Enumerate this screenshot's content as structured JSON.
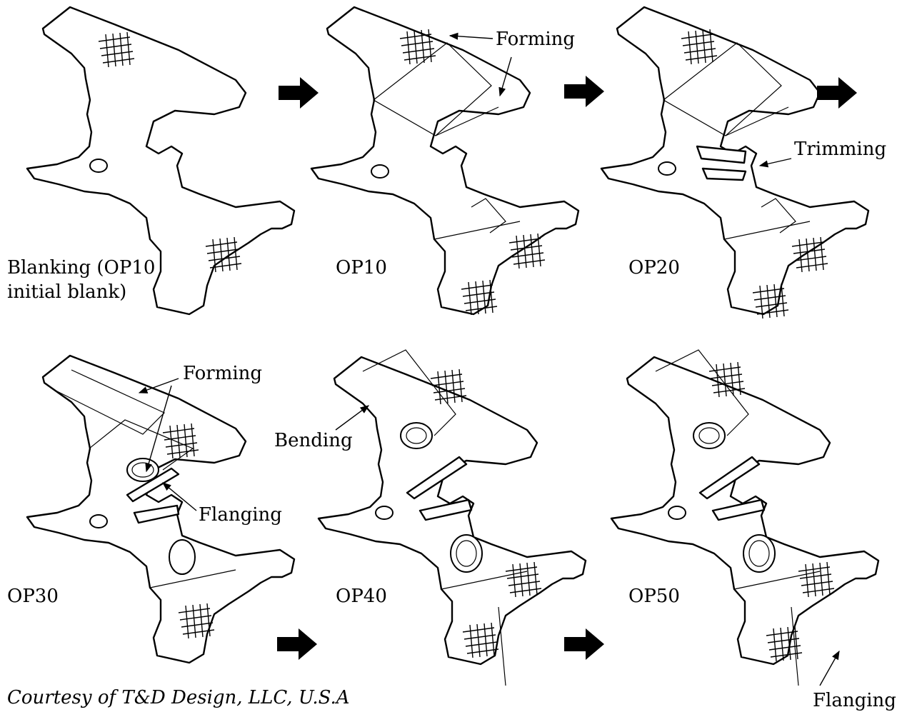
{
  "labels": {
    "blanking": [
      "Blanking (OP10",
      "initial blank)"
    ],
    "op10": "OP10",
    "op20": "OP20",
    "op30": "OP30",
    "op40": "OP40",
    "op50": "OP50"
  },
  "callouts": {
    "forming_op10": "Forming",
    "trimming_op20": "Trimming",
    "forming_op30": "Forming",
    "flanging_op30": "Flanging",
    "bending_op40": "Bending",
    "flanging_op50": "Flanging"
  },
  "credit": "Courtesy of T&D Design, LLC, U.S.A",
  "colors": {
    "ink": "#000000",
    "background": "#ffffff"
  }
}
